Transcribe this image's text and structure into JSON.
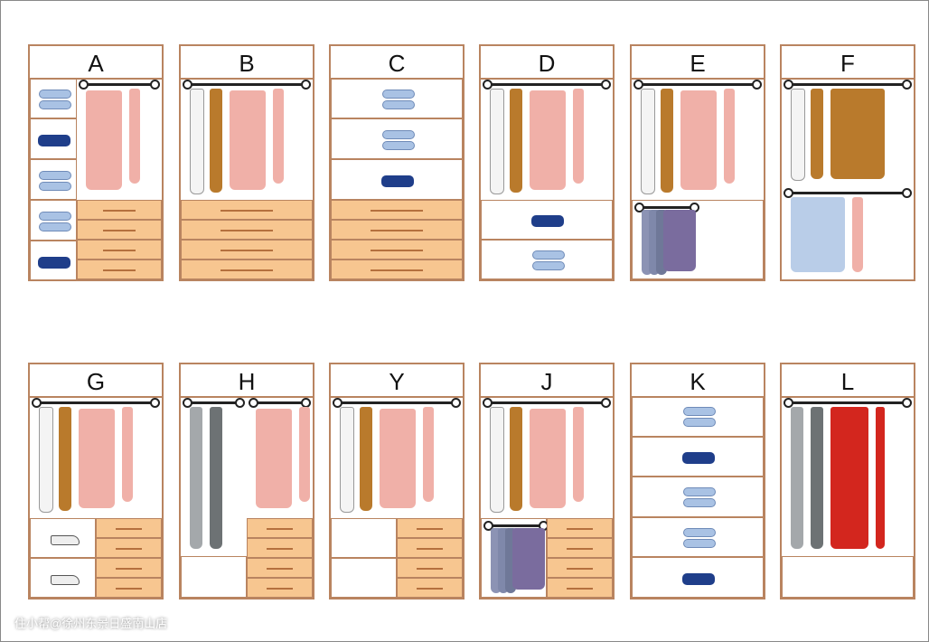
{
  "wardrobes": [
    {
      "label": "A"
    },
    {
      "label": "B"
    },
    {
      "label": "C"
    },
    {
      "label": "D"
    },
    {
      "label": "E"
    },
    {
      "label": "F"
    },
    {
      "label": "G"
    },
    {
      "label": "H"
    },
    {
      "label": "Y"
    },
    {
      "label": "J"
    },
    {
      "label": "K"
    },
    {
      "label": "L"
    }
  ],
  "watermark": "住小帮@徐州东景日盛南山店",
  "colors": {
    "frame": "#b98460",
    "drawer": "#f7c690",
    "folded": "#a9c2e4",
    "dark_folded": "#1f3e8a",
    "skirt": "#f0b0a8",
    "brown": "#b97a2c",
    "red": "#d3261e"
  }
}
